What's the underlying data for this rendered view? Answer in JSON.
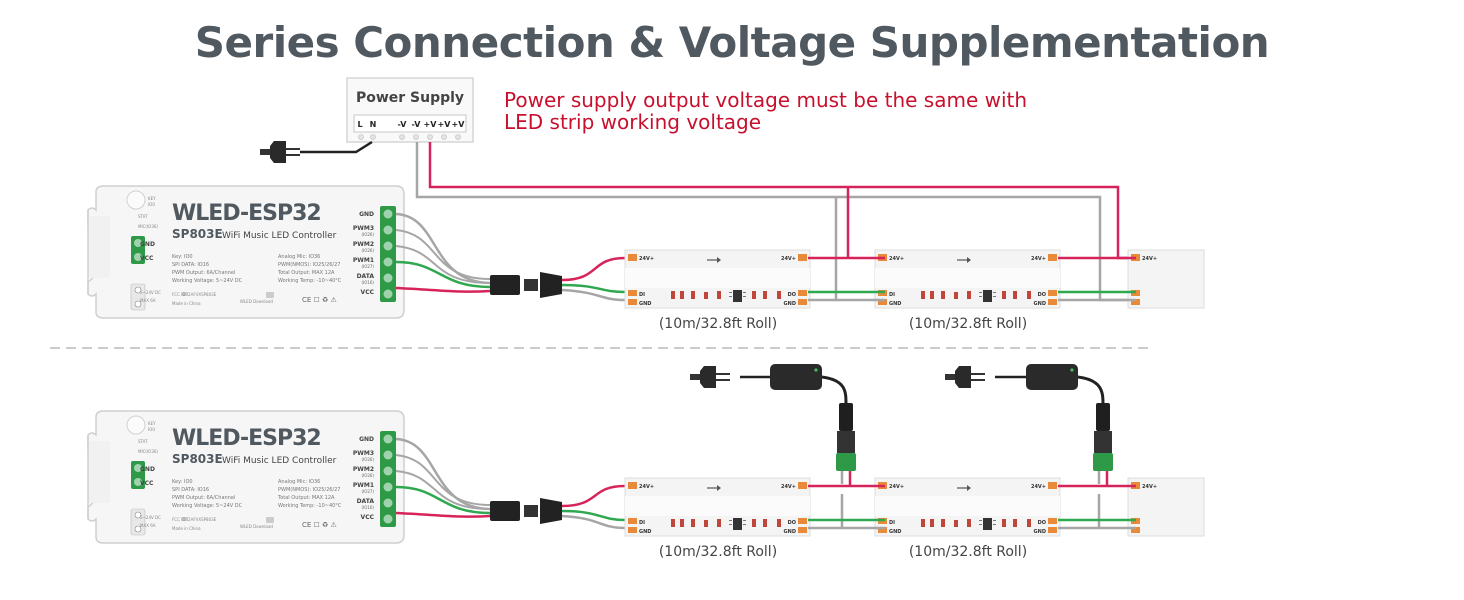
{
  "title": "Series Connection & Voltage Supplementation",
  "note": {
    "line1": "Power supply output voltage must be the same with",
    "line2": "LED strip working voltage"
  },
  "power_supply": {
    "label": "Power Supply",
    "terminals": [
      "L",
      "N",
      "-V",
      "-V",
      "+V",
      "+V",
      "+V"
    ]
  },
  "controller": {
    "brand": "WLED-ESP32",
    "model": "SP803E",
    "desc": "WiFi Music LED Controller",
    "left_labels": {
      "stat": "STAT",
      "mic": "MIC(IO36)",
      "gnd": "GND",
      "vcc": "VCC",
      "dc": "5~24V DC",
      "max": "MAX 6A",
      "key": "KEY",
      "io0": "IO0"
    },
    "specs_left": [
      "Key: IO0",
      "SPI DATA: IO16",
      "PWM Output: 6A/Channel",
      "Working Voltage: 5~24V DC"
    ],
    "specs_right": [
      "Analog Mic: IO36",
      "PWM(NMOS): IO25/26/27",
      "Total Output: MAX 12A",
      "Working Temp: -10~40°C"
    ],
    "fcc": "FCC ID: 2AFVXSP803E",
    "made": "Made in China",
    "app": "WLED Download",
    "cert": "CE ☐ ♻ ⚠",
    "terminals": [
      {
        "name": "GND",
        "sub": ""
      },
      {
        "name": "PWM3",
        "sub": "(IO26)"
      },
      {
        "name": "PWM2",
        "sub": "(IO26)"
      },
      {
        "name": "PWM1",
        "sub": "(IO27)"
      },
      {
        "name": "DATA",
        "sub": "(IO16)"
      },
      {
        "name": "VCC",
        "sub": ""
      }
    ]
  },
  "strip": {
    "plus": "24V+",
    "di": "DI",
    "gnd": "GND",
    "do": "DO",
    "roll_label": "(10m/32.8ft Roll)"
  },
  "colors": {
    "title": "#505860",
    "note": "#c8102e",
    "positive_wire": "#d6245a",
    "data_wire": "#2fa84f",
    "ground_wire": "#a6a6a6",
    "strip_pad": "#e98a3a",
    "terminal": "#2e9a47"
  }
}
